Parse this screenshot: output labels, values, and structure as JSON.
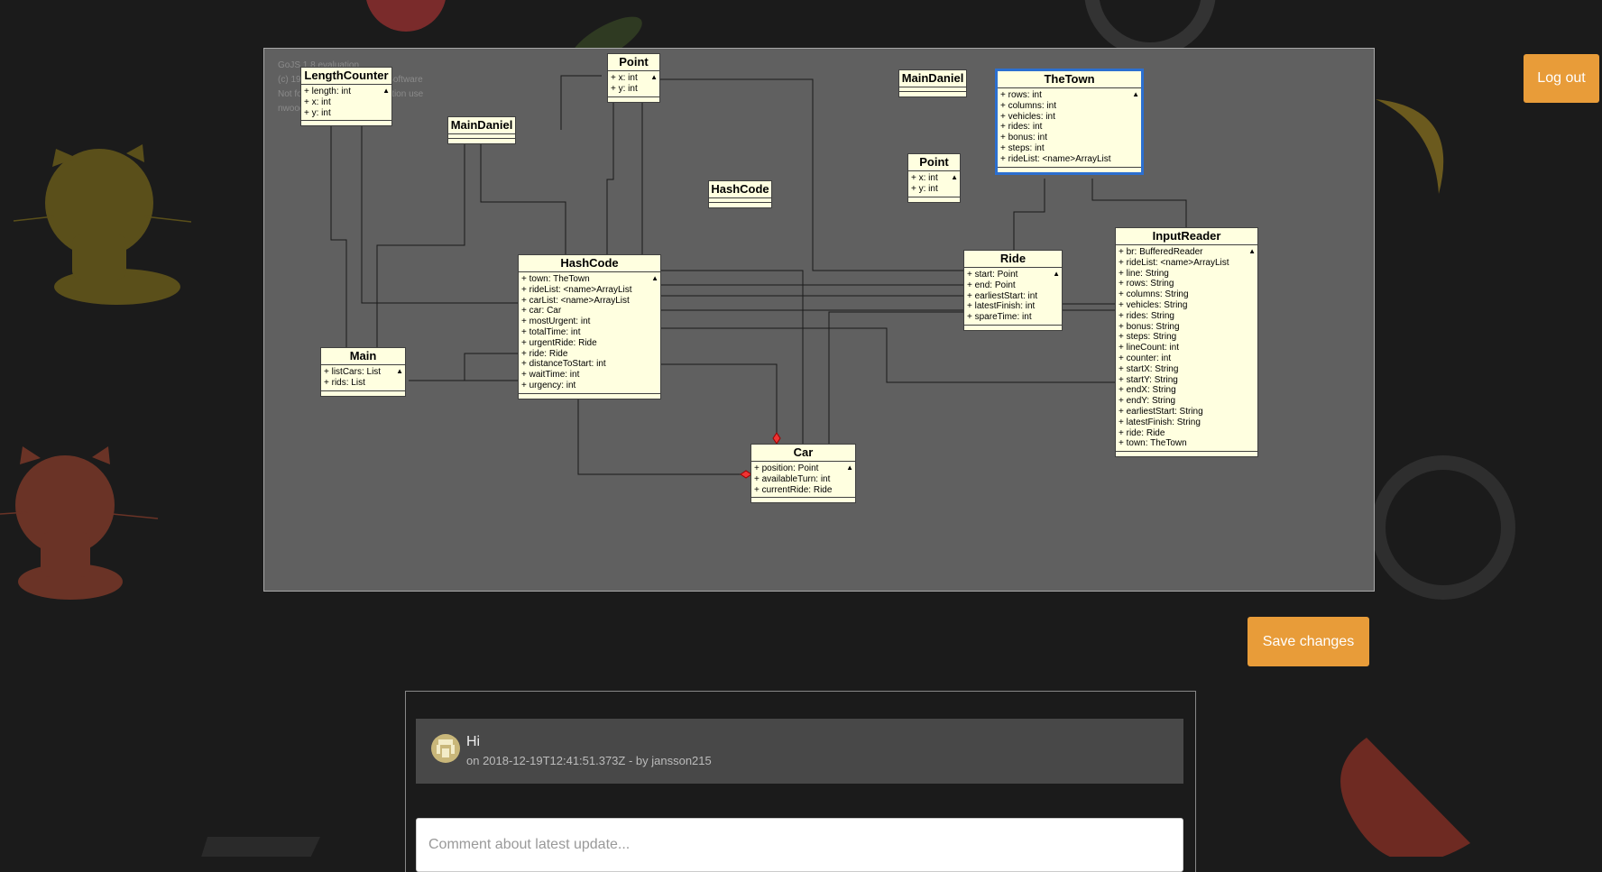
{
  "header": {
    "logout_label": "Log out"
  },
  "diagram": {
    "watermark": [
      "GoJS 1.8 evaluation",
      "(c) 1998-2018 Northwoods Software",
      "Not for distribution or production use",
      "nwoods.com"
    ],
    "classes": {
      "length_counter": {
        "name": "LengthCounter",
        "attrs": [
          "+ length: int",
          "+ x: int",
          "+ y: int"
        ]
      },
      "point_top": {
        "name": "Point",
        "attrs": [
          "+ x: int",
          "+ y: int"
        ]
      },
      "main_daniel_left": {
        "name": "MainDaniel",
        "attrs": []
      },
      "main_daniel_right": {
        "name": "MainDaniel",
        "attrs": []
      },
      "the_town": {
        "name": "TheTown",
        "attrs": [
          "+ rows: int",
          "+ columns: int",
          "+ vehicles: int",
          "+ rides: int",
          "+ bonus: int",
          "+ steps: int",
          "+ rideList: <name>ArrayList"
        ]
      },
      "point_mid": {
        "name": "Point",
        "attrs": [
          "+ x: int",
          "+ y: int"
        ]
      },
      "hashcode_small": {
        "name": "HashCode",
        "attrs": []
      },
      "hashcode": {
        "name": "HashCode",
        "attrs": [
          "+ town: TheTown",
          "+ rideList: <name>ArrayList",
          "+ carList: <name>ArrayList",
          "+ car: Car",
          "+ mostUrgent: int",
          "+ totalTime: int",
          "+ urgentRide: Ride",
          "+ ride: Ride",
          "+ distanceToStart: int",
          "+ waitTime: int",
          "+ urgency: int"
        ]
      },
      "ride": {
        "name": "Ride",
        "attrs": [
          "+ start: Point",
          "+ end: Point",
          "+ earliestStart: int",
          "+ latestFinish: int",
          "+ spareTime: int"
        ]
      },
      "input_reader": {
        "name": "InputReader",
        "attrs": [
          "+ br: BufferedReader",
          "+ rideList: <name>ArrayList",
          "+ line: String",
          "+ rows: String",
          "+ columns: String",
          "+ vehicles: String",
          "+ rides: String",
          "+ bonus: String",
          "+ steps: String",
          "+ lineCount: int",
          "+ counter: int",
          "+ startX: String",
          "+ startY: String",
          "+ endX: String",
          "+ endY: String",
          "+ earliestStart: String",
          "+ latestFinish: String",
          "+ ride: Ride",
          "+ town: TheTown"
        ]
      },
      "main": {
        "name": "Main",
        "attrs": [
          "+ listCars: List",
          "+ rids: List"
        ]
      },
      "car": {
        "name": "Car",
        "attrs": [
          "+ position: Point",
          "+ availableTurn: int",
          "+ currentRide: Ride"
        ]
      }
    }
  },
  "actions": {
    "save_label": "Save changes"
  },
  "comments": [
    {
      "title": "Hi",
      "meta": "on 2018-12-19T12:41:51.373Z - by jansson215"
    }
  ],
  "comment_input": {
    "placeholder": "Comment about latest update..."
  },
  "colors": {
    "accent": "#e89c39",
    "page_bg": "#1b1b1b",
    "canvas_bg": "#606060",
    "class_bg": "#ffffe0",
    "selection": "#2b6fd0"
  }
}
